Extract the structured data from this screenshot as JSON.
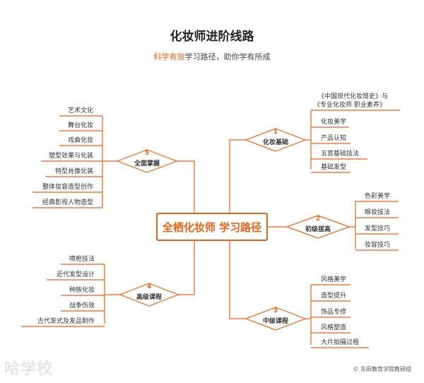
{
  "title": "化妆师进阶线路",
  "subtitle_highlight": "科学有效",
  "subtitle_rest": "学习路径，助你学有所成",
  "center": "全栖化妆师 学习路径",
  "footer": "东田教育学院教研组",
  "watermark": "哈学校",
  "accent_color": "#e8641c",
  "branches": {
    "b1": {
      "num": "1",
      "label": "化妆基础",
      "items": [
        "《中国现代化妆简史》与",
        "《专业化妆师 职业素养》",
        "化妆美学",
        "产品认知",
        "五官基础技法",
        "基础发型"
      ]
    },
    "b2": {
      "num": "2",
      "label": "初级拔高",
      "items": [
        "色彩美学",
        "眼妆技法",
        "发型技巧",
        "妆容技巧"
      ]
    },
    "b3": {
      "num": "3",
      "label": "中级课程",
      "items": [
        "风格美学",
        "造型提升",
        "饰品专修",
        "风格塑造",
        "大片拍摄过程"
      ]
    },
    "b4": {
      "num": "4",
      "label": "高级课程",
      "items": [
        "喷枪技法",
        "近代发型设计",
        "种族化妆",
        "战争伤效",
        "古代发式及发品制作"
      ]
    },
    "b5": {
      "num": "5",
      "label": "全面掌握",
      "items": [
        "艺术文化",
        "舞台化妆",
        "戏曲化妆",
        "塑型效果与化装",
        "特型肖像化装",
        "整体妆容造型创作",
        "经典影视人物造型"
      ]
    }
  }
}
